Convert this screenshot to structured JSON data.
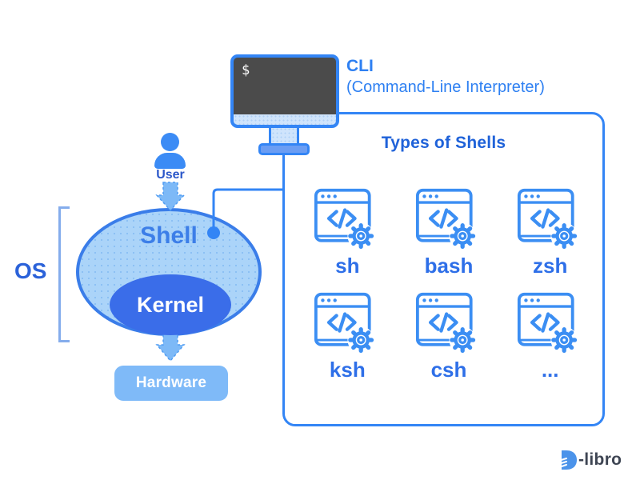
{
  "cli": {
    "label": "CLI",
    "sublabel": "(Command-Line Interpreter)",
    "terminal_prompt": "$"
  },
  "user_label": "User",
  "os": {
    "label": "OS",
    "shell": "Shell",
    "kernel": "Kernel",
    "hardware": "Hardware"
  },
  "types_panel": {
    "title": "Types of Shells",
    "items": [
      {
        "label": "sh"
      },
      {
        "label": "bash"
      },
      {
        "label": "zsh"
      },
      {
        "label": "ksh"
      },
      {
        "label": "csh"
      },
      {
        "label": "..."
      }
    ]
  },
  "logo": {
    "brand": "-libro"
  },
  "colors": {
    "accent_blue": "#3385f5",
    "panel_title_blue": "#1f62d9",
    "cli_text_blue": "#2e80f2",
    "shell_label_blue": "#2e6fe8",
    "shell_fill": "#abd4f9",
    "kernel_fill": "#3a6de9",
    "hardware_fill": "#7fbaf8",
    "arrow_fill": "#7db9f7",
    "screen_dark": "#4b4b4b",
    "logo_text": "#3e4553"
  }
}
